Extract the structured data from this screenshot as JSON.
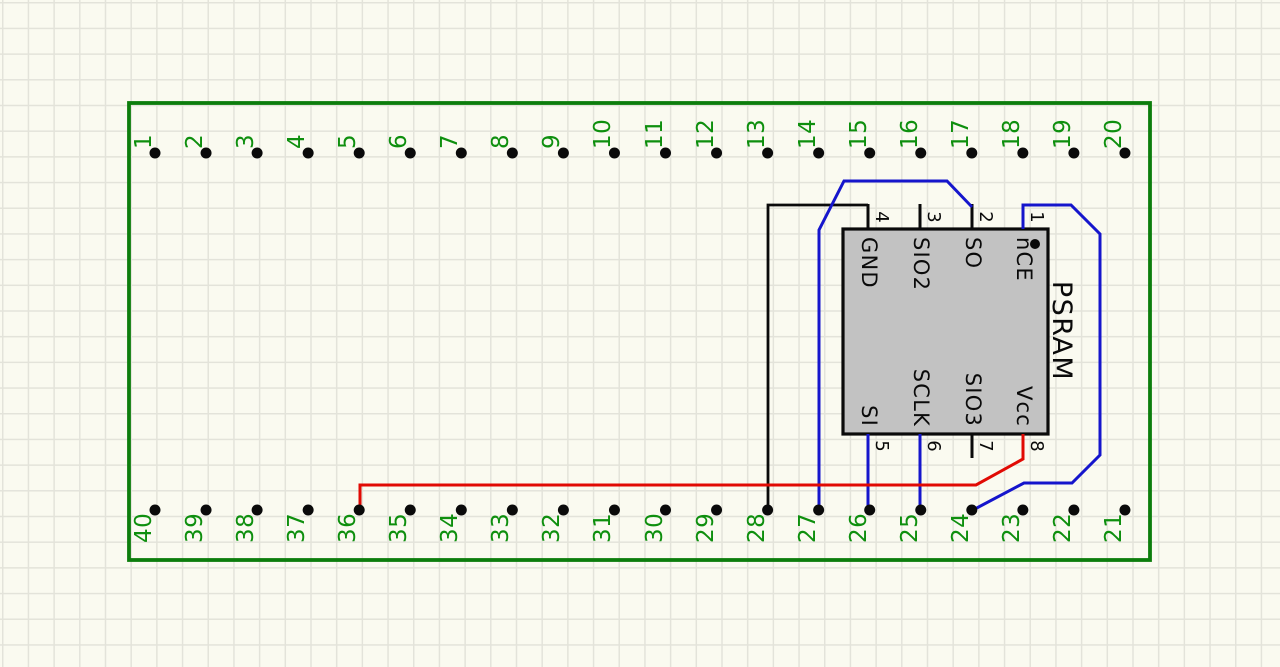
{
  "connector": {
    "top_pin_numbers": [
      "1",
      "2",
      "3",
      "4",
      "5",
      "6",
      "7",
      "8",
      "9",
      "10",
      "11",
      "12",
      "13",
      "14",
      "15",
      "16",
      "17",
      "18",
      "19",
      "20"
    ],
    "bottom_pin_numbers": [
      "40",
      "39",
      "38",
      "37",
      "36",
      "35",
      "34",
      "33",
      "32",
      "31",
      "30",
      "29",
      "28",
      "27",
      "26",
      "25",
      "24",
      "23",
      "22",
      "21"
    ]
  },
  "chip": {
    "name": "PSRAM",
    "top_pins": [
      {
        "number": "4",
        "name": "GND"
      },
      {
        "number": "3",
        "name": "SIO2"
      },
      {
        "number": "2",
        "name": "SO"
      },
      {
        "number": "1",
        "name": "nCE"
      }
    ],
    "bottom_pins": [
      {
        "number": "5",
        "name": "SI"
      },
      {
        "number": "6",
        "name": "SCLK"
      },
      {
        "number": "7",
        "name": "SIO3"
      },
      {
        "number": "8",
        "name": "Vcc"
      }
    ]
  },
  "nets": [
    {
      "color": "black",
      "from": "PSRAM pin 4 (GND)",
      "to": "connector pin 28"
    },
    {
      "color": "blue",
      "from": "PSRAM pin 2 (SO)",
      "to": "connector pin 27"
    },
    {
      "color": "blue",
      "from": "PSRAM pin 5 (SI)",
      "to": "connector pin 26"
    },
    {
      "color": "blue",
      "from": "PSRAM pin 6 (SCLK)",
      "to": "connector pin 25"
    },
    {
      "color": "blue",
      "from": "PSRAM pin 1 (nCE)",
      "to": "connector pin 24"
    },
    {
      "color": "red",
      "from": "PSRAM pin 8 (Vcc)",
      "to": "connector pin 36"
    }
  ],
  "colors": {
    "background": "#fafaf0",
    "grid": "#e3e3da",
    "connector_outline_green": "#0c7d0c",
    "pin_number_green": "#0e8f0e",
    "wire_blue": "#1515cc",
    "wire_red": "#e10a04",
    "wire_black": "#0a0a0a",
    "chip_fill": "#c2c2c2"
  }
}
